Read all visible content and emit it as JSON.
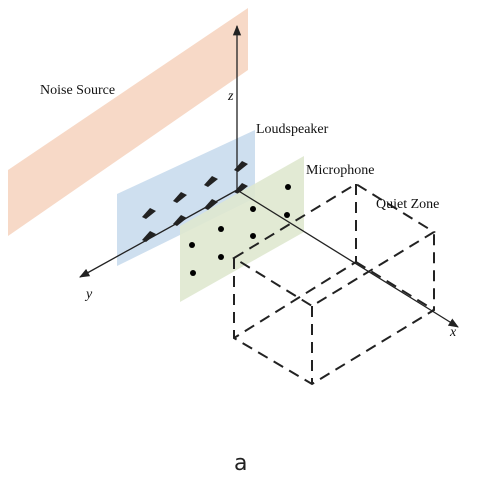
{
  "labels": {
    "noise_source": "Noise Source",
    "loudspeaker": "Loudspeaker",
    "microphone": "Microphone",
    "quiet_zone": "Quiet Zone"
  },
  "axes": {
    "x": "x",
    "y": "y",
    "z": "z"
  },
  "caption": "a",
  "colors": {
    "noise_plane": "#f6d2bd",
    "speaker_plane": "#c9dced",
    "mic_plane": "#dfe8cf",
    "line": "#222222"
  }
}
